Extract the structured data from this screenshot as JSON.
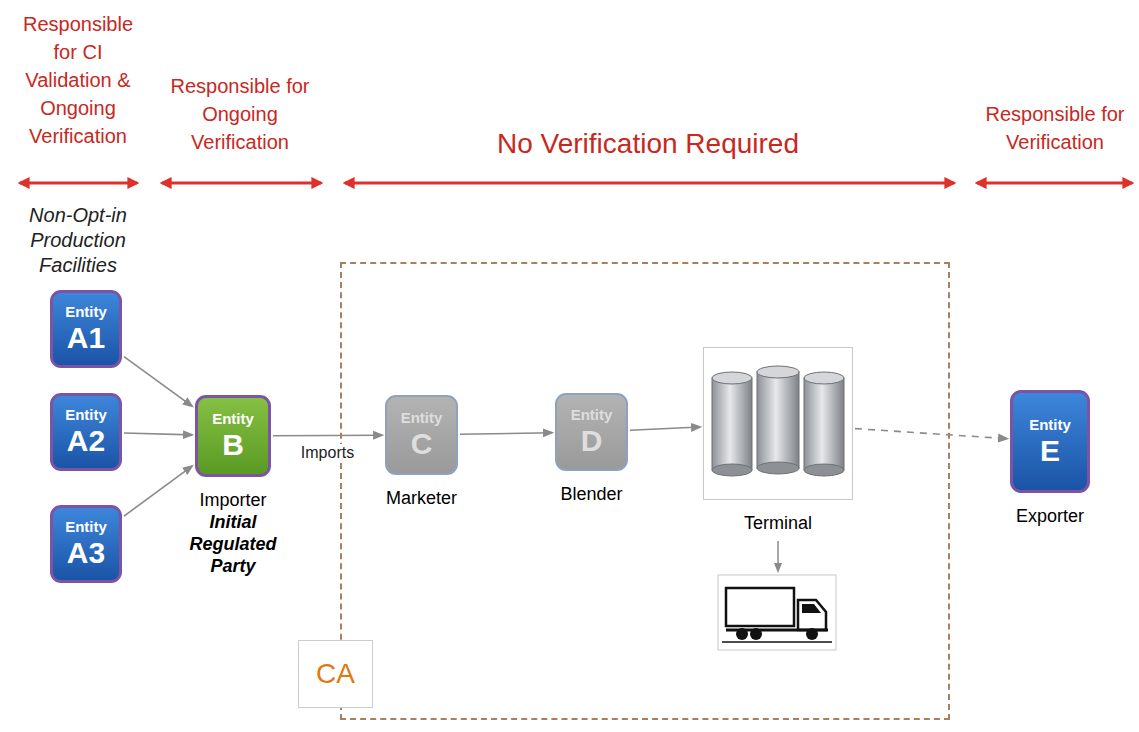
{
  "diagram": {
    "nodes": [
      {
        "text": [
          "Entity",
          "A1"
        ]
      },
      {
        "text": [
          "Entity",
          "A2"
        ]
      },
      {
        "text": [
          "Entity",
          "A3"
        ]
      },
      {
        "text": [
          "Entity",
          "B",
          "Importer",
          "Initial Regulated Party"
        ]
      },
      {
        "text": [
          "CA"
        ]
      },
      {
        "text": [
          "Entity",
          "C",
          "Marketer"
        ],
        "in": 4
      },
      {
        "text": [
          "Entity",
          "D",
          "Blender"
        ],
        "in": 4
      },
      {
        "text": [
          "Terminal"
        ],
        "in": 4
      },
      {
        "text": [
          "Entity",
          "E",
          "Exporter"
        ]
      }
    ],
    "edges": [
      {
        "from": 0,
        "to": 3,
        "arrow": "to"
      },
      {
        "from": 1,
        "to": 3,
        "arrow": "to"
      },
      {
        "from": 2,
        "to": 3,
        "arrow": "to"
      },
      {
        "from": 3,
        "to": 5,
        "label": "Imports",
        "arrow": "to"
      },
      {
        "from": 5,
        "to": 6,
        "arrow": "to"
      },
      {
        "from": 6,
        "to": 7,
        "arrow": "to"
      },
      {
        "from": 7,
        "to": 8,
        "arrow": "to"
      }
    ],
    "labels": [
      "Responsible for CI Validation & Ongoing Verification",
      "Responsible for Ongoing Verification",
      "No Verification Required",
      "Responsible for Verification",
      "Non-Opt-in Production Facilities"
    ]
  }
}
